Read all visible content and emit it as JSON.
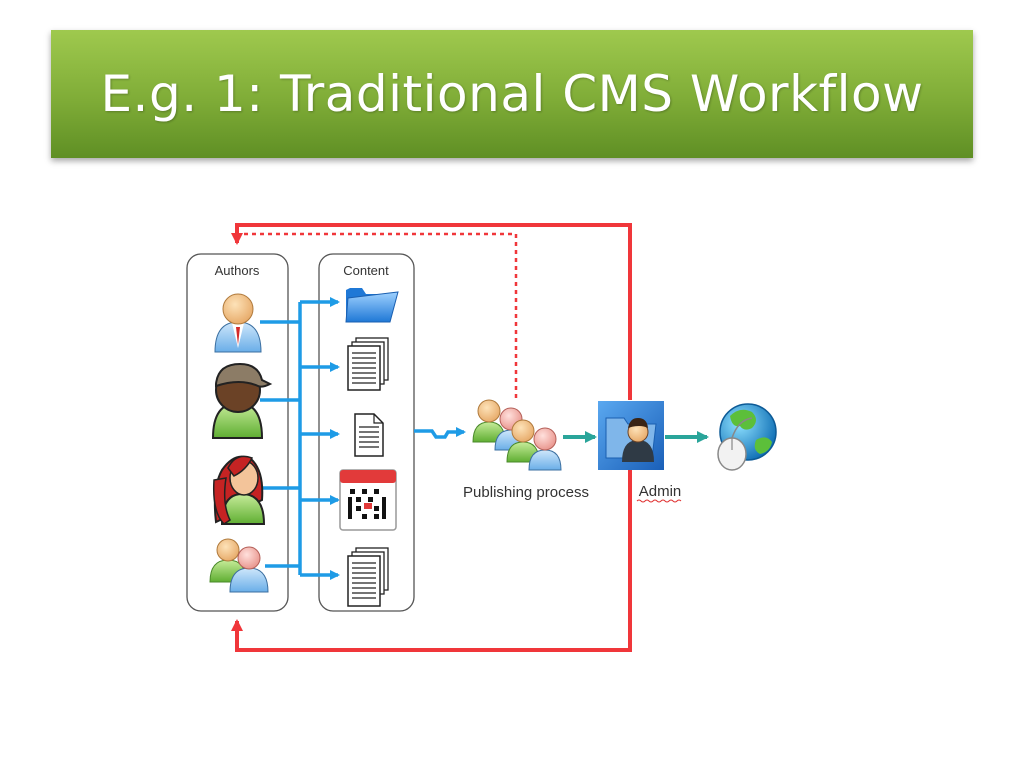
{
  "slide": {
    "title": "E.g. 1: Traditional CMS Workflow"
  },
  "diagram": {
    "authors_label": "Authors",
    "content_label": "Content",
    "publishing_label": "Publishing process",
    "admin_label": "Admin",
    "authors": [
      {
        "icon": "business-user-icon"
      },
      {
        "icon": "user-with-cap-icon"
      },
      {
        "icon": "user-red-hair-icon"
      },
      {
        "icon": "user-group-icon"
      }
    ],
    "content_items": [
      {
        "icon": "folder-icon"
      },
      {
        "icon": "documents-stack-icon"
      },
      {
        "icon": "document-icon"
      },
      {
        "icon": "calendar-icon"
      },
      {
        "icon": "documents-stack-icon"
      }
    ],
    "colors": {
      "flow_blue": "#1e9be6",
      "flow_teal": "#2aa59a",
      "feedback_red": "#f0363a",
      "title_green": "#8bbc45"
    }
  }
}
